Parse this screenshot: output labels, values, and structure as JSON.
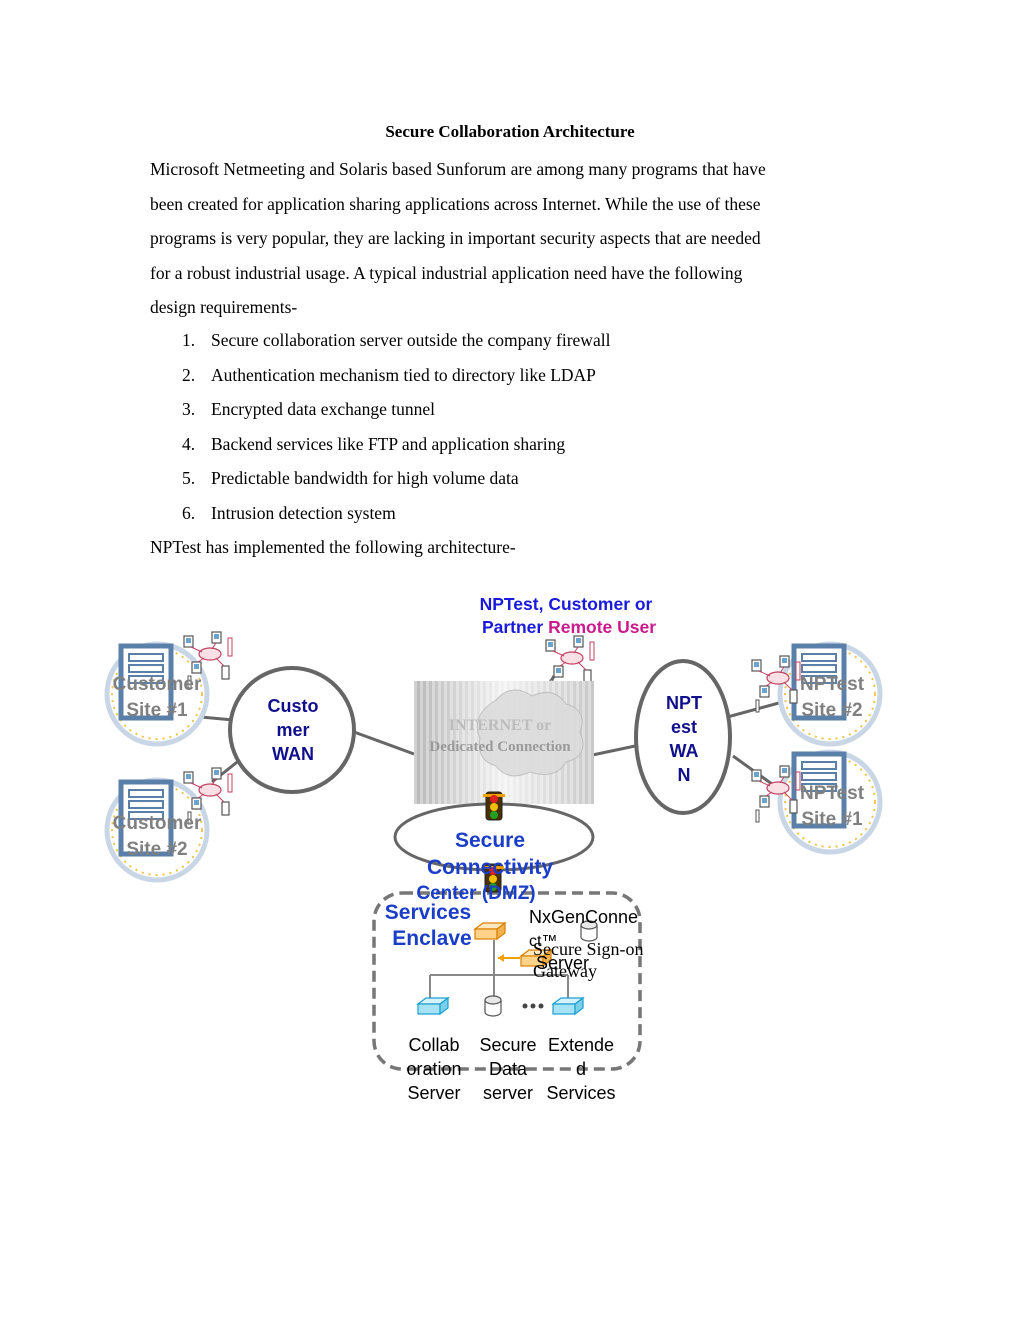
{
  "document": {
    "title": "Secure Collaboration Architecture",
    "intro_lines": [
      "Microsoft Netmeeting and Solaris based Sunforum are among many programs that have",
      "been created for application sharing applications across Internet. While the use of these",
      "programs is very popular, they are lacking in important security aspects that are needed",
      "for a robust industrial usage. A typical industrial application need have the following",
      "design requirements-"
    ],
    "requirements": [
      {
        "num": "1.",
        "text": "Secure collaboration server outside the company firewall"
      },
      {
        "num": "2.",
        "text": "Authentication mechanism tied to directory like LDAP"
      },
      {
        "num": "3.",
        "text": "Encrypted data exchange tunnel"
      },
      {
        "num": "4.",
        "text": "Backend services like FTP and application sharing"
      },
      {
        "num": "5.",
        "text": "Predictable bandwidth for high volume data"
      },
      {
        "num": "6.",
        "text": "Intrusion detection system"
      }
    ],
    "outro": "NPTest has implemented the following architecture-"
  },
  "diagram": {
    "remote_user_line1": "NPTest, Customer or",
    "remote_user_line2_a": "Partner ",
    "remote_user_line2_b": "Remote User",
    "customer_site_1": [
      "Customer",
      "Site #1"
    ],
    "customer_site_2": [
      "Customer",
      "Site #2"
    ],
    "nptest_site_2": [
      "NPTest",
      "Site #2"
    ],
    "nptest_site_1": [
      "NPTest",
      "Site #1"
    ],
    "customer_wan": [
      "Custo",
      "mer",
      "WAN"
    ],
    "nptest_wan": [
      "NPT",
      "est",
      "WA",
      "N"
    ],
    "internet": [
      "INTERNET or",
      "Dedicated Connection"
    ],
    "scc": [
      "Secure",
      "Connectivity",
      "Center (DMZ)"
    ],
    "enclave": [
      "Services",
      "Enclave"
    ],
    "nxgen": [
      "NxGenConne",
      "ct™",
      "Server"
    ],
    "sso": [
      "Secure Sign-on",
      "Gateway"
    ],
    "collab": [
      "Collab",
      "oration",
      "Server"
    ],
    "secure_data": [
      "Secure",
      "Data",
      "server"
    ],
    "extended": [
      "Extende",
      "d",
      "Services"
    ],
    "colors": {
      "blue_label": "#1a1adb",
      "navy_label": "#10108c",
      "magenta": "#cc1a8c",
      "grey_site": "#808080",
      "site_icon": "#5a7fa8",
      "ellipse_stroke": "#666666"
    }
  }
}
